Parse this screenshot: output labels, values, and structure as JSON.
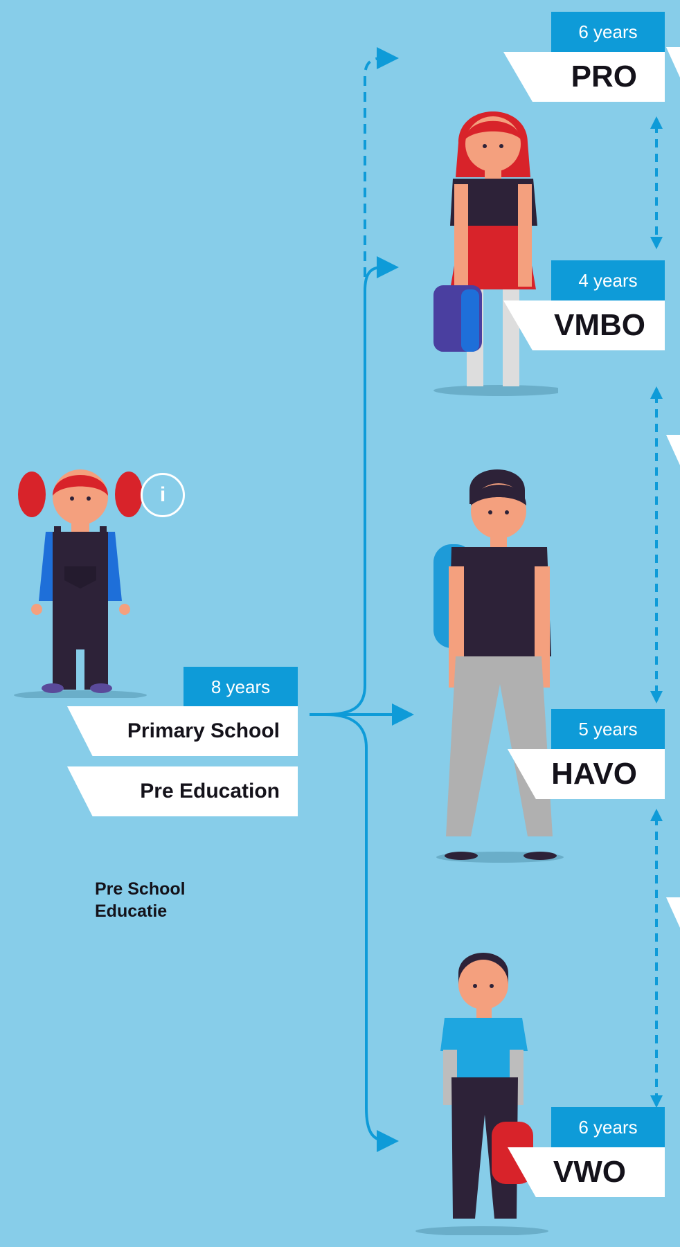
{
  "levels": {
    "pro": {
      "name": "PRO",
      "duration": "6 years"
    },
    "vmbo": {
      "name": "VMBO",
      "duration": "4 years"
    },
    "havo": {
      "name": "HAVO",
      "duration": "5 years"
    },
    "vwo": {
      "name": "VWO",
      "duration": "6 years"
    }
  },
  "primary": {
    "name": "Primary School",
    "duration": "8 years"
  },
  "pre_education": {
    "name": "Pre Education"
  },
  "info_button": {
    "label": "i"
  },
  "pre_school_note": {
    "line1": "Pre School",
    "line2": "Educatie"
  },
  "colors": {
    "background": "#87cde9",
    "accent": "#0e9bd8",
    "label_bg": "#ffffff",
    "text": "#14121a"
  }
}
